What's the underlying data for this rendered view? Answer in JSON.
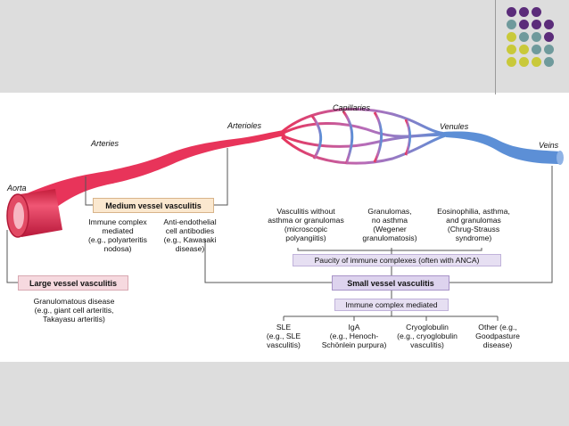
{
  "vessels": {
    "aorta": "Aorta",
    "arteries": "Arteries",
    "arterioles": "Arterioles",
    "capillaries": "Capillaries",
    "venules": "Venules",
    "veins": "Veins"
  },
  "large": {
    "title": "Large vessel vasculitis",
    "desc": [
      "Granulomatous disease",
      "(e.g., giant cell arteritis,",
      "Takayasu arteritis)"
    ]
  },
  "medium": {
    "title": "Medium vessel vasculitis",
    "col1": [
      "Immune complex",
      "mediated",
      "(e.g., polyarteritis",
      "nodosa)"
    ],
    "col2": [
      "Anti-endothelial",
      "cell antibodies",
      "(e.g., Kawasaki",
      "disease)"
    ]
  },
  "small": {
    "title": "Small vessel vasculitis",
    "anca_group": [
      [
        "Vasculitis without",
        "asthma or granulomas",
        "(microscopic",
        "polyangiitis)"
      ],
      [
        "Granulomas,",
        "no asthma",
        "(Wegener",
        "granulomatosis)"
      ],
      [
        "Eosinophilia, asthma,",
        "and granulomas",
        "(Chrug-Strauss",
        "syndrome)"
      ]
    ],
    "paucity": "Paucity of immune complexes (often with ANCA)",
    "immune": "Immune complex mediated",
    "immune_group": [
      [
        "SLE",
        "(e.g., SLE",
        "vasculitis)"
      ],
      [
        "IgA",
        "(e.g., Henoch-",
        "Schönlein purpura)"
      ],
      [
        "Cryoglobulin",
        "(e.g., cryoglobulin",
        "vasculitis)"
      ],
      [
        "Other (e.g.,",
        "Goodpasture",
        "disease)"
      ]
    ]
  },
  "colors": {
    "artery": "#e8345a",
    "vein": "#5c8fd6",
    "capillary": "#b86cb8",
    "dot_purple": "#5b2c7a",
    "dot_teal": "#6f9a9c",
    "dot_yellow": "#c9c93a"
  }
}
